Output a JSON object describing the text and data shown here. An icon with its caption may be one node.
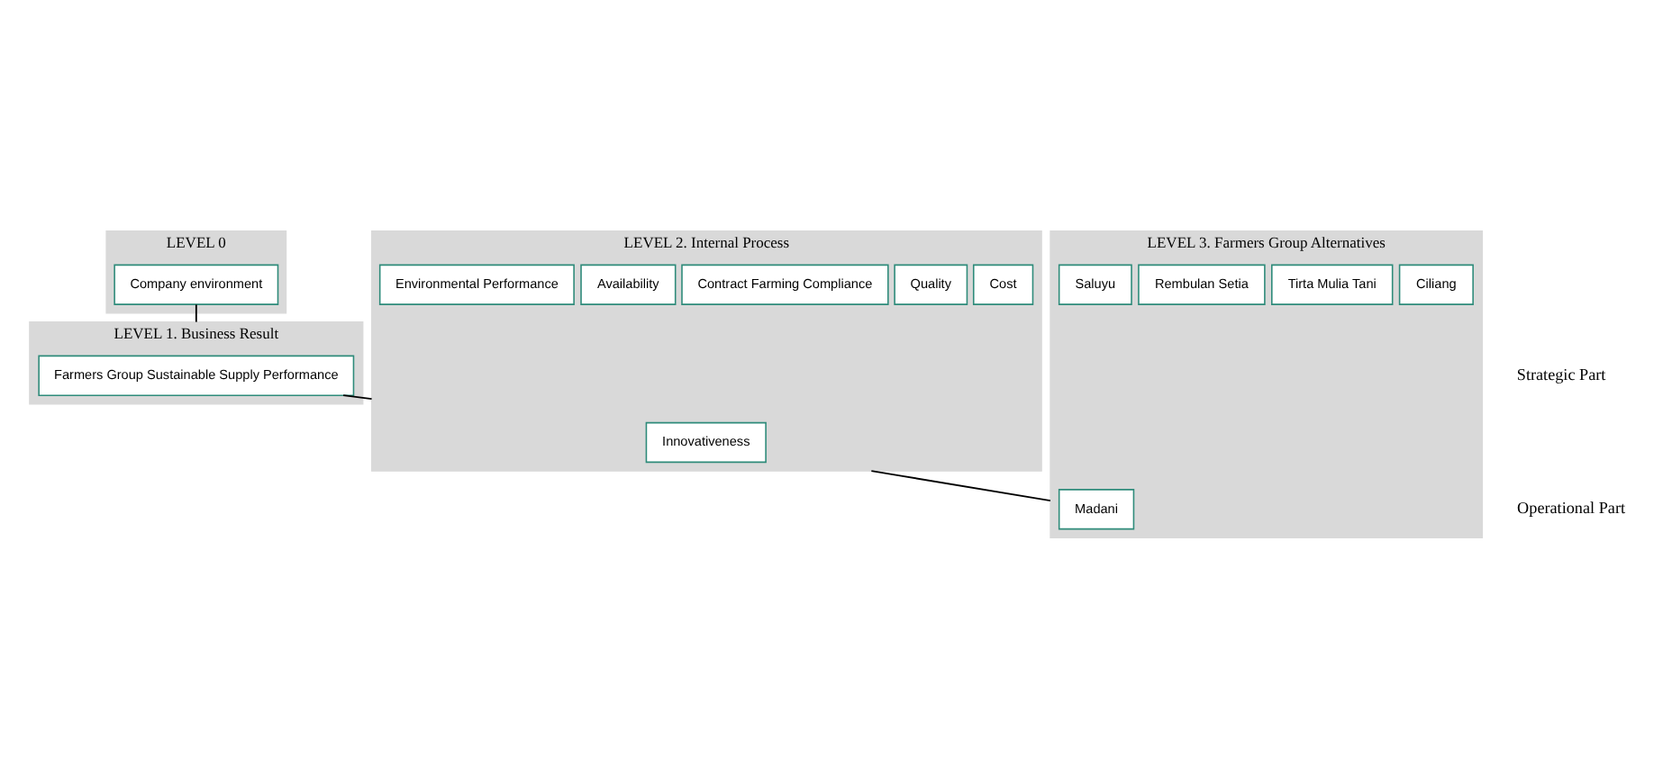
{
  "diagram": {
    "nodes": [
      {
        "text": [
          "LEVEL 0"
        ]
      },
      {
        "text": [
          "Company environment"
        ],
        "in": 0
      },
      {
        "text": [
          "LEVEL 1. Business Result"
        ]
      },
      {
        "text": [
          "Farmers Group Sustainable Supply Performance"
        ],
        "in": 2
      },
      {
        "text": [
          "LEVEL 2. Internal Process"
        ]
      },
      {
        "text": [
          "Cost"
        ],
        "in": 4
      },
      {
        "text": [
          "Quality"
        ],
        "in": 4
      },
      {
        "text": [
          "Contract Farming Compliance"
        ],
        "in": 4
      },
      {
        "text": [
          "Innovativeness"
        ],
        "in": 4
      },
      {
        "text": [
          "Availability"
        ],
        "in": 4
      },
      {
        "text": [
          "Environmental Performance"
        ],
        "in": 4
      },
      {
        "text": [
          "LEVEL 3. Farmers Group Alternatives"
        ]
      },
      {
        "text": [
          "Ciliang"
        ],
        "in": 11
      },
      {
        "text": [
          "Tirta Mulia Tani"
        ],
        "in": 11
      },
      {
        "text": [
          "Madani"
        ],
        "in": 11
      },
      {
        "text": [
          "Rembulan Setia"
        ],
        "in": 11
      },
      {
        "text": [
          "Saluyu"
        ],
        "in": 11
      }
    ],
    "edges": [
      {
        "from": 1,
        "to": 2,
        "arrow": "none"
      },
      {
        "from": 3,
        "to": 4,
        "arrow": "none"
      },
      {
        "from": 4,
        "to": 11,
        "arrow": "none"
      }
    ],
    "labels": [
      "Strategic Part",
      "Operational Part"
    ]
  }
}
